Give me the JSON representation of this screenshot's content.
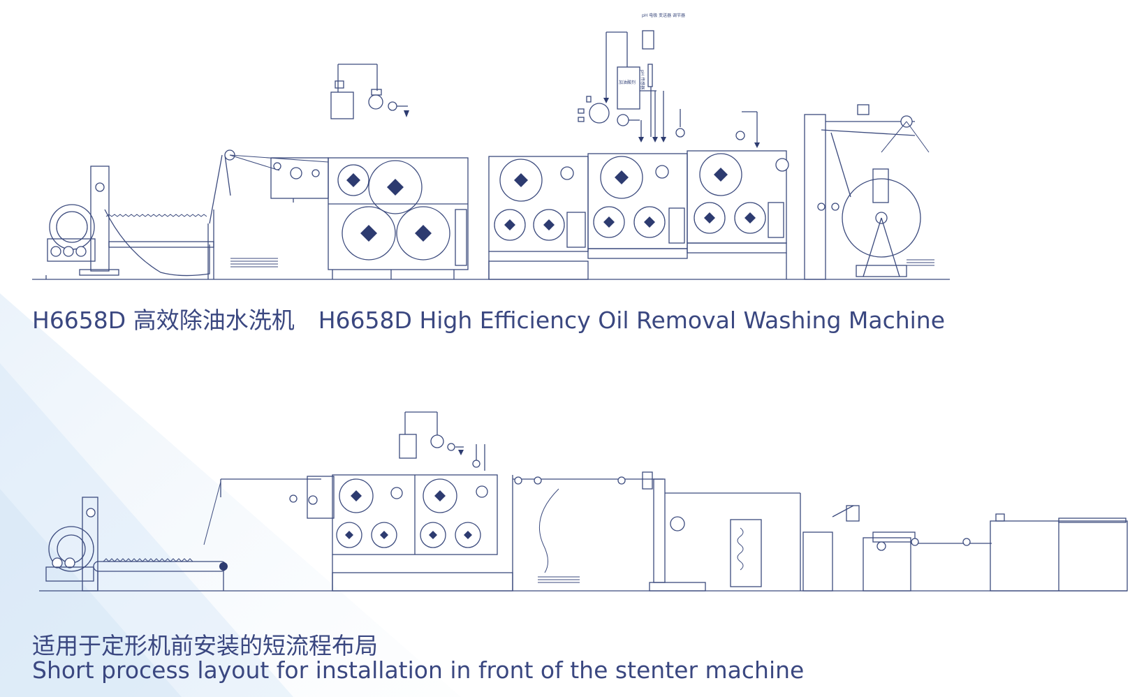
{
  "machine_1": {
    "model": "H6658D",
    "name_zh": "高效除油水洗机",
    "name_en": "High Efficiency Oil Removal Washing Machine"
  },
  "layout_2": {
    "caption_zh": "适用于定形机前安装的短流程布局",
    "caption_en": "Short process layout for installation in front of the stenter machine"
  },
  "diagram_labels": {
    "ph_controller": "pH 电极 变送器 调节器",
    "dosing_tank": "加油酸剂",
    "ph_sensor": "pH 传感器"
  },
  "colors": {
    "line": "#3b4a7d",
    "text": "#3a4780",
    "background_accent": "#dce9f7"
  }
}
